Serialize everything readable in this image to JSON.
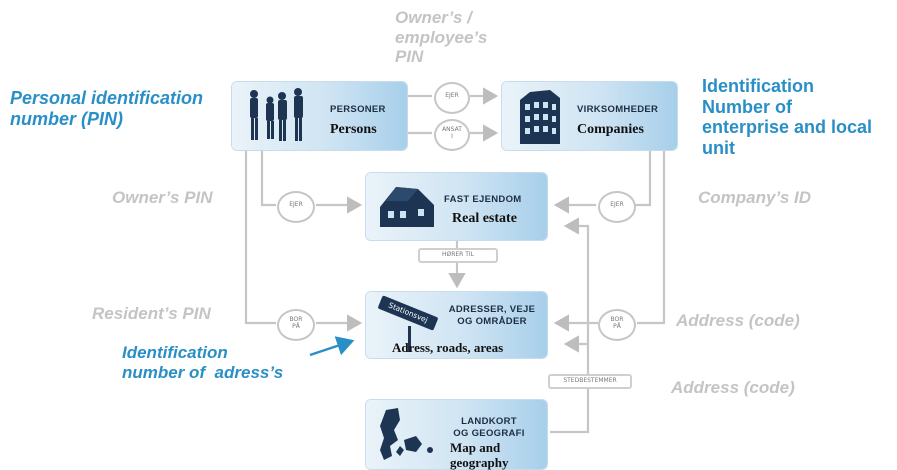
{
  "boxes": {
    "persons": {
      "caption": "PERSONER",
      "english": "Persons"
    },
    "companies": {
      "caption": "VIRKSOMHEDER",
      "english": "Companies"
    },
    "realestate": {
      "caption": "FAST EJENDOM",
      "english": "Real estate"
    },
    "address": {
      "caption_line1": "ADRESSER, VEJE",
      "caption_line2": "OG OMRÅDER",
      "english": "Adress, roads, areas",
      "sign_text": "Stationsvej"
    },
    "map": {
      "caption_line1": "LANDKORT",
      "caption_line2": "OG GEOGRAFI",
      "english_line1": "Map and",
      "english_line2": "geography"
    }
  },
  "connectors": {
    "ejer_top": {
      "line1": "EJER"
    },
    "ansat": {
      "line1": "ANSAT",
      "line2": "I"
    },
    "ejer_left": {
      "line1": "EJER"
    },
    "ejer_right": {
      "line1": "EJER"
    },
    "horer_til": {
      "text": "HØRER TIL"
    },
    "bor_left": {
      "line1": "BOR",
      "line2": "PÅ"
    },
    "bor_right": {
      "line1": "BOR",
      "line2": "PÅ"
    },
    "stedbestemmer": {
      "text": "STEDBESTEMMER"
    }
  },
  "annotations": {
    "owner_employee_pin": [
      "Owner’s /",
      "employee’s",
      "PIN"
    ],
    "personal_pin": [
      "Personal identification",
      "number (PIN)"
    ],
    "identification_enterprise": [
      "Identification",
      "Number of",
      "enterprise and local",
      "unit"
    ],
    "owner_pin": "Owner’s PIN",
    "company_id": "Company’s ID",
    "resident_pin": "Resident’s PIN",
    "address_code_1": "Address (code)",
    "address_code_2": "Address (code)",
    "identification_address": [
      "Identification",
      "number of  adress’s"
    ]
  },
  "colors": {
    "accent_blue": "#2a8fc6",
    "grey_text": "#c4c4c4",
    "connector": "#c4c4c4",
    "box_text": "#1d2e44"
  }
}
